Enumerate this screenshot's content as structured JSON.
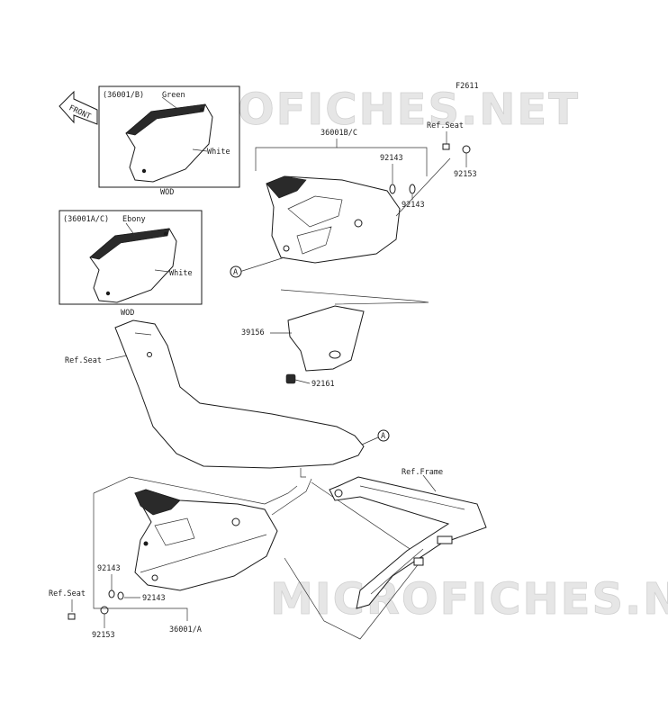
{
  "figure_code": "F2611",
  "watermark": "MICROFICHES.NET",
  "front_arrow": "FRONT",
  "inset_b": {
    "title": "(36001/B)",
    "color_top": "Green",
    "color_body": "White",
    "model": "WOD"
  },
  "inset_c": {
    "title": "(36001A/C)",
    "color_top": "Ebony",
    "color_body": "White",
    "model": "WOD"
  },
  "labels": {
    "p36001bc": "36001B/C",
    "ref_seat_top": "Ref.Seat",
    "p92143_a": "92143",
    "p92143_b": "92143",
    "p92153_top": "92153",
    "p39156": "39156",
    "p92161": "92161",
    "ref_seat_mid": "Ref.Seat",
    "ref_frame": "Ref.Frame",
    "p92143_c": "92143",
    "p92143_d": "92143",
    "ref_seat_bottom": "Ref.Seat",
    "p92153_bottom": "92153",
    "p36001a": "36001/A",
    "callout_a1": "A",
    "callout_a2": "A"
  }
}
